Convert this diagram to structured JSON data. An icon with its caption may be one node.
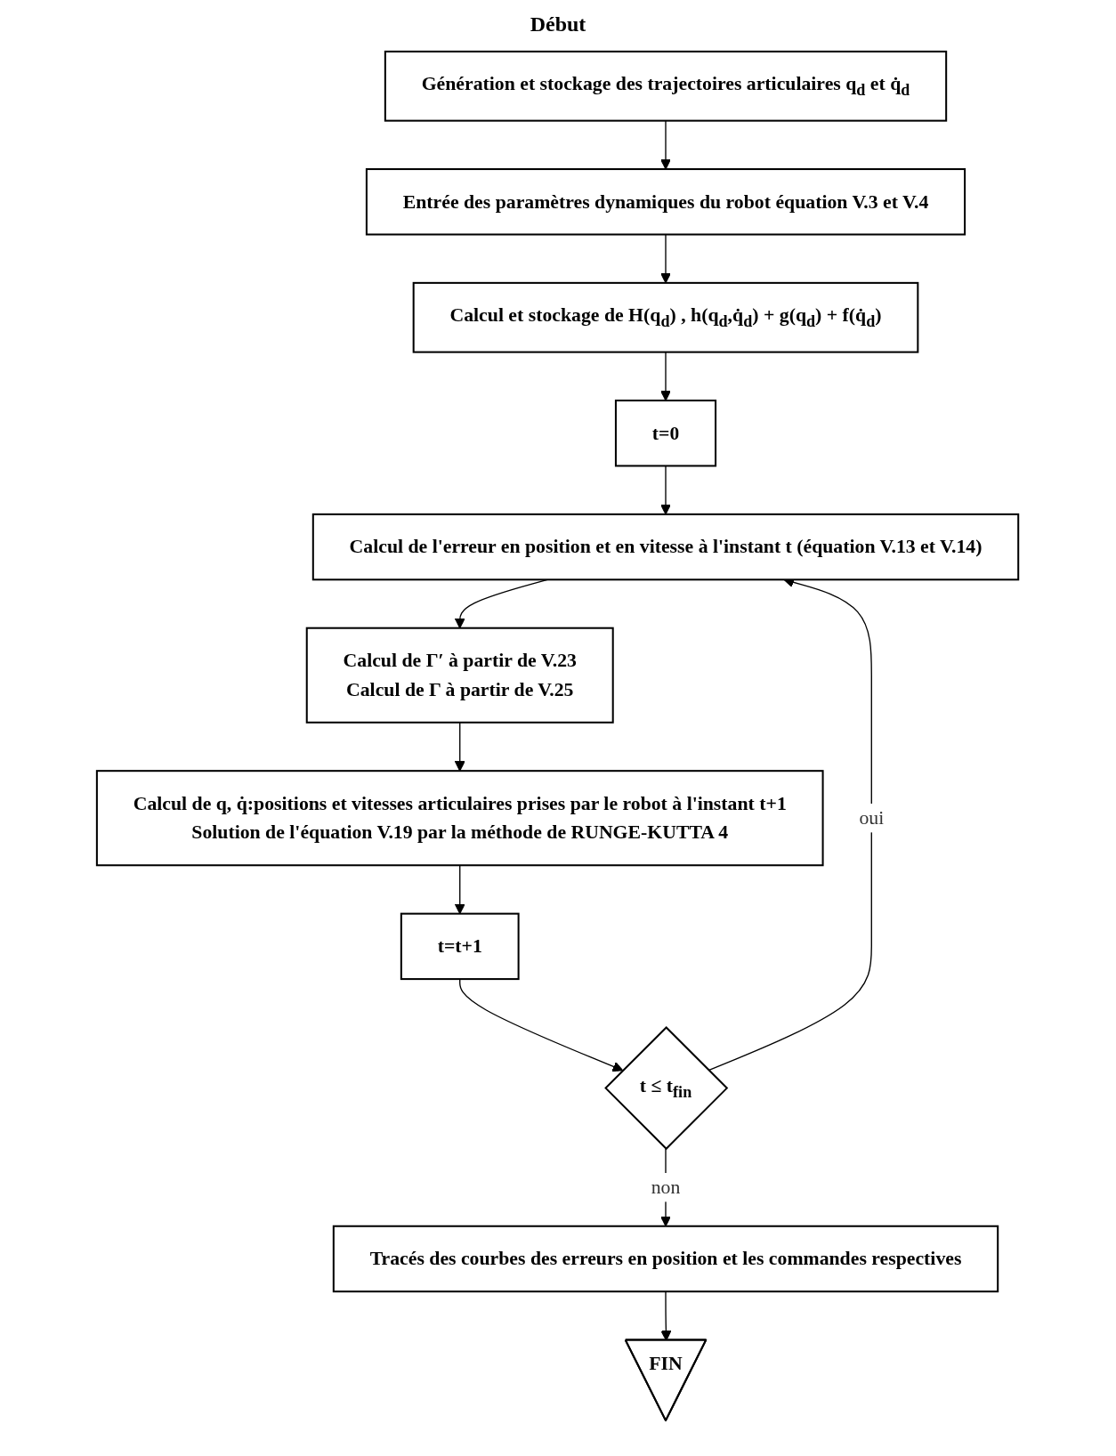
{
  "diagram": {
    "title": "Début",
    "nodes": [
      {
        "text": [
          "Génération et stockage des trajectoires articulaires q$_{d}$ et q̇$_{d}$"
        ]
      },
      {
        "text": [
          "Entrée des paramètres dynamiques du robot équation V.3 et V.4"
        ]
      },
      {
        "text": [
          "Calcul et stockage de H(q$_{d}$) , h(q$_{d}$,q̇$_{d}$) + g(q$_{d}$) + f(q̇$_{d}$)"
        ]
      },
      {
        "text": [
          "t=0"
        ]
      },
      {
        "text": [
          "Calcul de l'erreur en position et en vitesse à l'instant t (équation V.13 et V.14)"
        ]
      },
      {
        "text": [
          "Calcul de Γ′ à partir de V.23",
          "Calcul de Γ à partir de V.25"
        ]
      },
      {
        "text": [
          "Calcul de q, q̇:positions et vitesses articulaires prises par le robot à l'instant t+1",
          "Solution de l'équation V.19 par la méthode de RUNGE-KUTTA 4"
        ]
      },
      {
        "text": [
          "t=t+1"
        ]
      },
      {
        "text": [
          "t ≤ t$_{fin}$"
        ]
      },
      {
        "text": [
          "Tracés des courbes des erreurs en position et les commandes respectives"
        ]
      },
      {
        "text": [
          "FIN"
        ]
      }
    ],
    "edges": [
      {
        "from": 0,
        "to": 1,
        "arrow": "to"
      },
      {
        "from": 1,
        "to": 2,
        "arrow": "to"
      },
      {
        "from": 2,
        "to": 3,
        "arrow": "to"
      },
      {
        "from": 3,
        "to": 4,
        "arrow": "to"
      },
      {
        "from": 4,
        "to": 5,
        "arrow": "to"
      },
      {
        "from": 5,
        "to": 6,
        "arrow": "to"
      },
      {
        "from": 6,
        "to": 7,
        "arrow": "to"
      },
      {
        "from": 7,
        "to": 8,
        "arrow": "to"
      },
      {
        "from": 8,
        "to": 4,
        "arrow": "to",
        "label": "oui"
      },
      {
        "from": 8,
        "to": 9,
        "arrow": "to",
        "label": "non"
      },
      {
        "from": 9,
        "to": 10,
        "arrow": "to"
      }
    ]
  }
}
